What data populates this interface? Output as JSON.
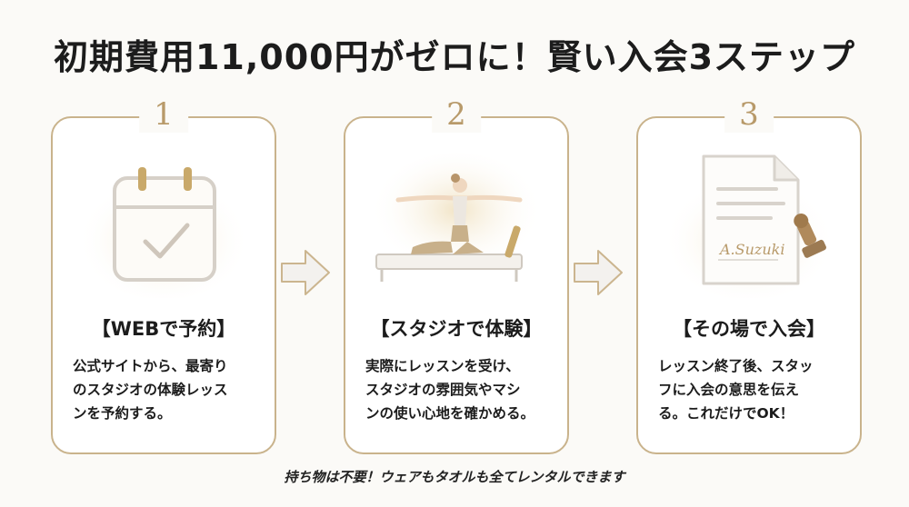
{
  "title": "初期費用11,000円がゼロに！賢い入会3ステップ",
  "steps": [
    {
      "number": "1",
      "title": "【WEBで予約】",
      "lines": [
        "公式サイトから、最寄り",
        "のスタジオの体験レッス",
        "ンを予約する。"
      ],
      "icon": "calendar-check-icon"
    },
    {
      "number": "2",
      "title": "【スタジオで体験】",
      "lines": [
        "実際にレッスンを受け、",
        "スタジオの雰囲気やマシ",
        "ンの使い心地を確かめる。"
      ],
      "icon": "pilates-reformer-icon"
    },
    {
      "number": "3",
      "title": "【その場で入会】",
      "lines": [
        "レッスン終了後、スタッ",
        "フに入会の意思を伝え",
        "る。これだけでOK！"
      ],
      "icon": "document-stamp-icon",
      "signature": "A.Suzuki"
    }
  ],
  "footer": "持ち物は不要！ウェアもタオルも全てレンタルできます",
  "colors": {
    "accent_gold": "#c9b38c",
    "number_gold": "#b89a6a",
    "text": "#1c1c1c",
    "background": "#fbfaf7"
  }
}
